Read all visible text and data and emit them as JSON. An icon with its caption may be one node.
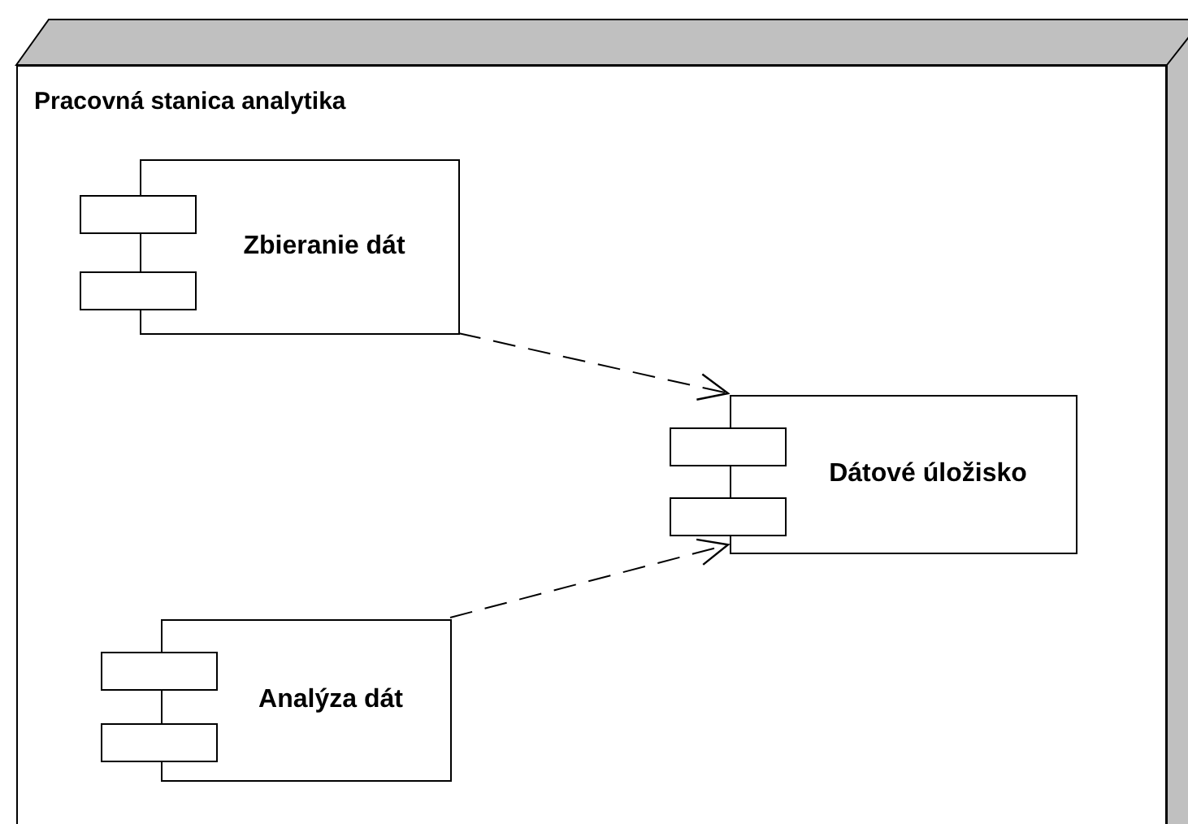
{
  "diagram": {
    "nodes": [
      {
        "text": [
          "Pracovná stanica analytika"
        ]
      },
      {
        "text": [
          "Zbieranie dát"
        ],
        "in": 0
      },
      {
        "text": [
          "Dátové úložisko"
        ],
        "in": 0
      },
      {
        "text": [
          "Analýza dát"
        ],
        "in": 0
      }
    ],
    "edges": [
      {
        "from": 1,
        "to": 2,
        "arrow": "to",
        "style": "dashed"
      },
      {
        "from": 3,
        "to": 2,
        "arrow": "to",
        "style": "dashed"
      }
    ]
  }
}
